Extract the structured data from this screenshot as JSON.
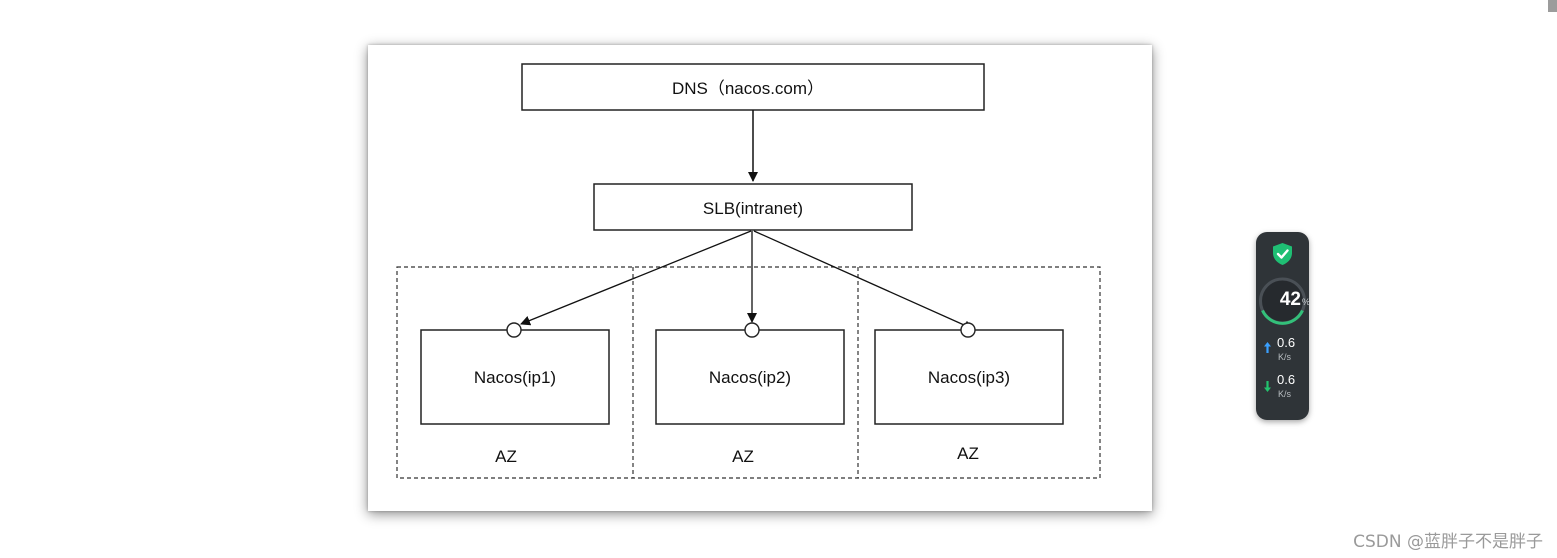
{
  "diagram": {
    "dns_label": "DNS（nacos.com）",
    "slb_label": "SLB(intranet)",
    "nodes": [
      "Nacos(ip1)",
      "Nacos(ip2)",
      "Nacos(ip3)"
    ],
    "zone_label": "AZ"
  },
  "widget": {
    "percent": "42",
    "percent_unit": "%",
    "upload": {
      "value": "0.6",
      "unit": "K/s"
    },
    "download": {
      "value": "0.6",
      "unit": "K/s"
    },
    "colors": {
      "shield": "#1fbf74",
      "gauge": "#33c07a",
      "upload_arrow": "#3aa0ff",
      "download_arrow": "#22c36e"
    }
  },
  "watermark": "CSDN @蓝胖子不是胖子"
}
